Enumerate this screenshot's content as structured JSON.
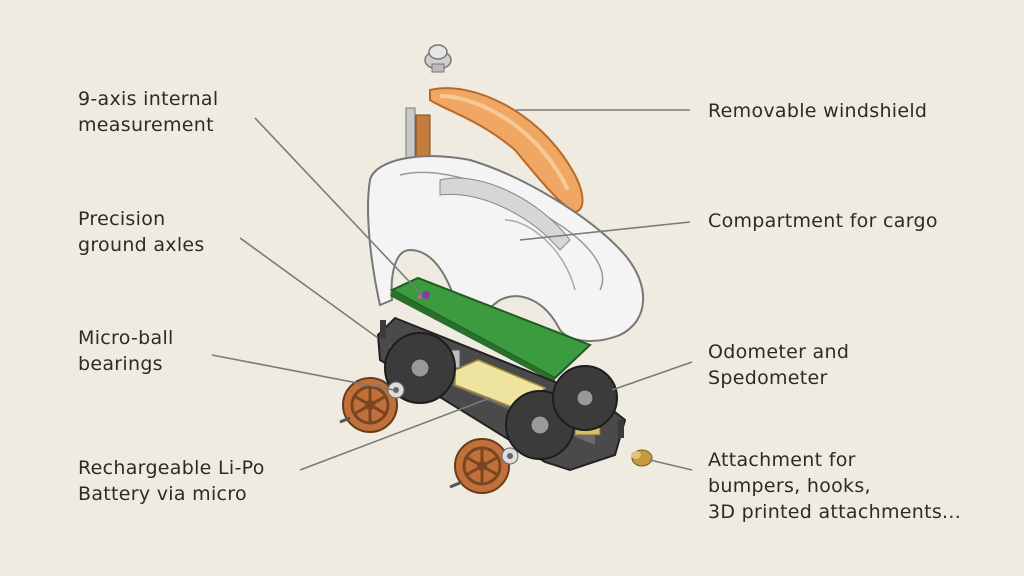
{
  "labels": {
    "imu": [
      "9-axis internal",
      "measurement"
    ],
    "axles": [
      "Precision",
      "ground axles"
    ],
    "bearings": [
      "Micro-ball",
      "bearings"
    ],
    "battery": [
      "Rechargeable Li-Po",
      "Battery via micro"
    ],
    "windshield": [
      "Removable windshield"
    ],
    "cargo": [
      "Compartment for cargo"
    ],
    "odometer": [
      "Odometer and",
      "Spedometer"
    ],
    "attachment": [
      "Attachment for",
      "bumpers, hooks,",
      "3D printed attachments..."
    ]
  },
  "colors": {
    "background": "#efebe1",
    "text": "#2b2b2b",
    "leader_line": "#7a7a7a",
    "windshield": "#f0a763",
    "pcb": "#3c9a3f",
    "battery": "#efe3a0",
    "wheel": "#c0713b",
    "body": "#f4f4f4",
    "chassis": "#3f3f3f"
  }
}
